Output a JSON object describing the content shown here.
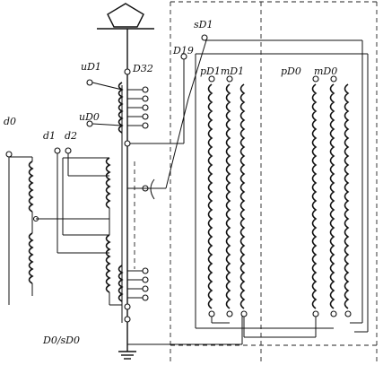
{
  "labels": {
    "sD1": "sD1",
    "D19": "D19",
    "uD1": "uD1",
    "D32": "D32",
    "pD1mD1": "pD1mD1",
    "pD0": "pD0",
    "mD0": "mD0",
    "d0": "d0",
    "d1": "d1",
    "d2": "d2",
    "uD0": "uD0",
    "D0sD0": "D0/sD0"
  }
}
